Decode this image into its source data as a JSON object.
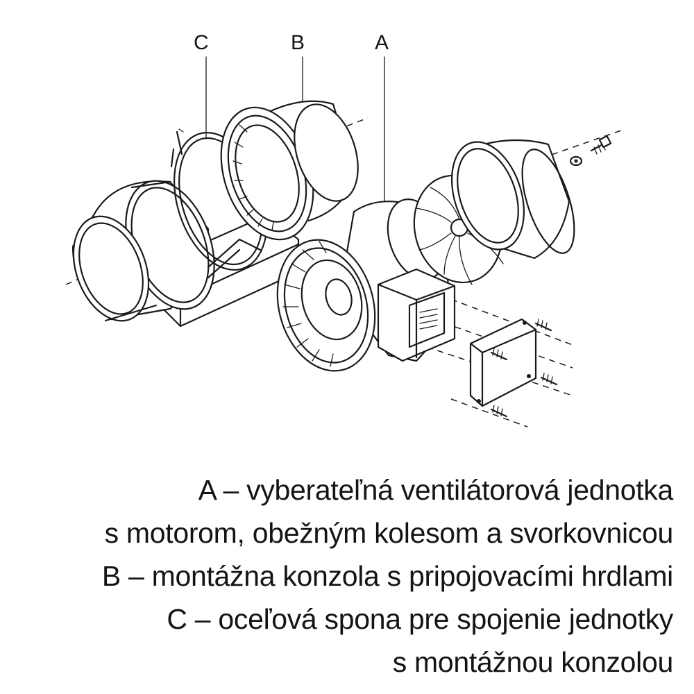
{
  "figure": {
    "labels": {
      "a": "A",
      "b": "B",
      "c": "C"
    }
  },
  "legend": {
    "lines": [
      "A – vyberateľná ventilátorová jednotka",
      "s motorom, obežným kolesom a svorkovnicou",
      "B – montážna konzola s pripojovacími hrdlami",
      "C – oceľová spona pre spojenie jednotky",
      "s montážnou konzolou"
    ]
  }
}
